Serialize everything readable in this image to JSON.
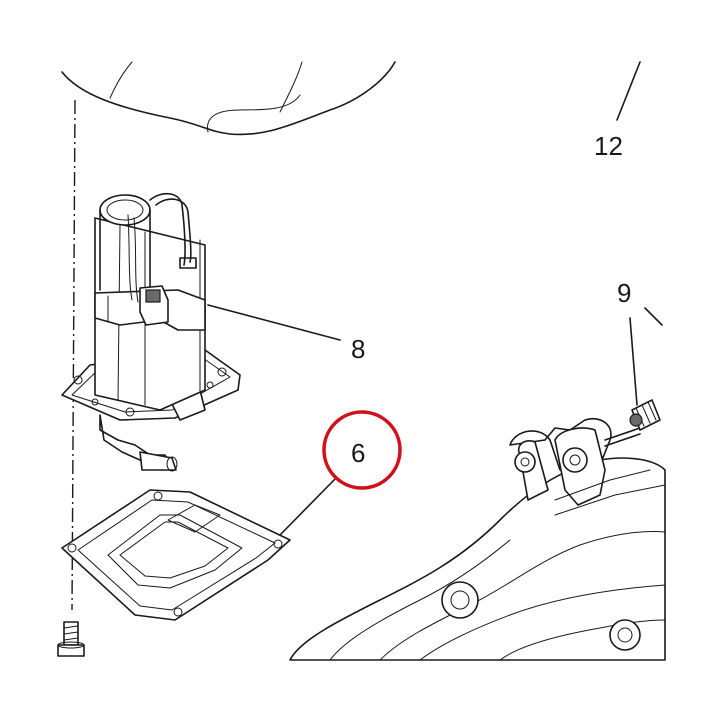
{
  "callouts": {
    "c12": "12",
    "c9": "9",
    "c8": "8",
    "c6": "6"
  },
  "highlight": {
    "target": "6",
    "color": "#d0101a"
  },
  "line_color": "#1a1a1a"
}
